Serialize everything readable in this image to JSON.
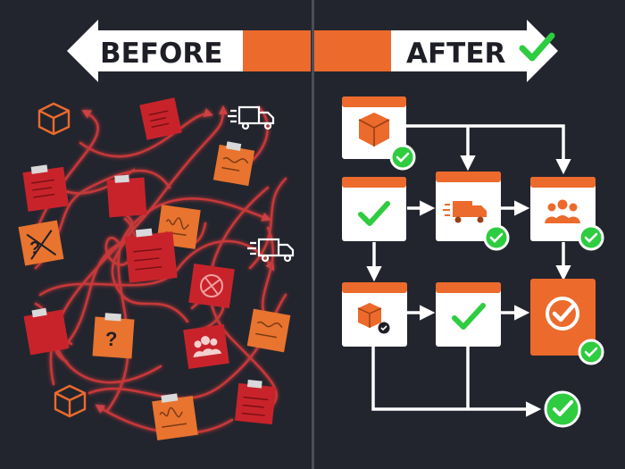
{
  "banner": {
    "before_label": "BEFORE",
    "after_label": "AFTER",
    "accent": "#ec6a2c",
    "check_color": "#2ecc40"
  },
  "left_panel": {
    "theme": "chaotic-process",
    "arrow_color": "#d93b3b",
    "note_colors": [
      "#c8232b",
      "#e8742f"
    ],
    "icons": [
      "package-icon",
      "delivery-truck-icon",
      "question-mark-icon",
      "team-icon",
      "crossed-out-note-icon"
    ],
    "question_mark": "?"
  },
  "right_panel": {
    "theme": "organized-workflow",
    "card_header_color": "#ec6a2c",
    "card_body_color": "#ffffff",
    "connector_color": "#ffffff",
    "check_badge_color": "#2ecc40",
    "steps": [
      {
        "id": "receive-package",
        "icon": "package-icon"
      },
      {
        "id": "verify",
        "icon": "checkmark-icon"
      },
      {
        "id": "ship",
        "icon": "delivery-truck-icon"
      },
      {
        "id": "team-review",
        "icon": "team-icon"
      },
      {
        "id": "package-checked",
        "icon": "package-check-icon"
      },
      {
        "id": "approve",
        "icon": "checkmark-icon"
      },
      {
        "id": "complete",
        "icon": "circle-check-icon"
      },
      {
        "id": "final-result",
        "icon": "check-badge-icon"
      }
    ]
  }
}
